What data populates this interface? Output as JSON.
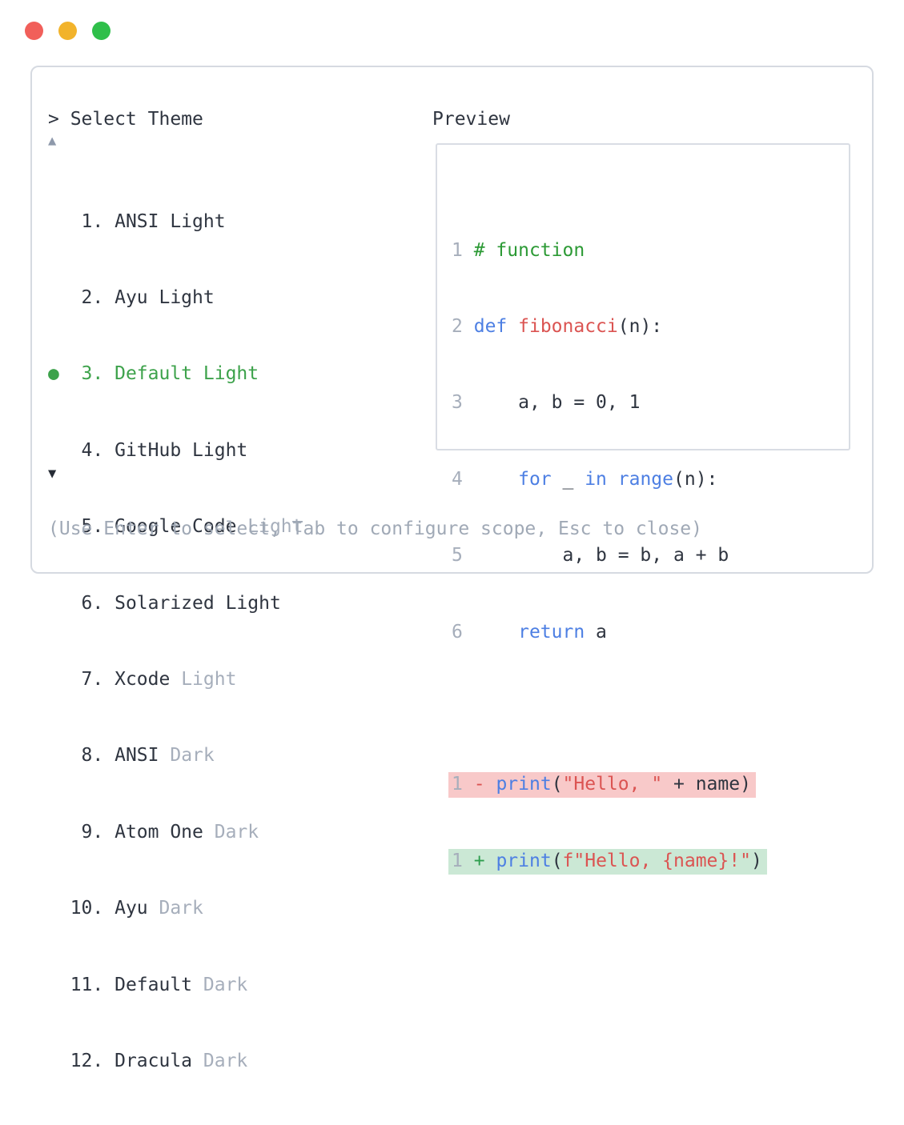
{
  "window": {
    "traffic_lights": [
      "close",
      "minimize",
      "maximize"
    ]
  },
  "colors": {
    "accent_green": "#3da24b",
    "keyword_blue": "#4d7fe3",
    "string_red": "#db5452",
    "comment_green": "#2c9a35",
    "diff_removed_bg": "#f8c9c9",
    "diff_added_bg": "#cbe8d5",
    "muted_gray": "#a6aebb",
    "text_dark": "#2f3540"
  },
  "theme_picker": {
    "prompt": "> Select Theme",
    "scroll_up_indicator": "▲",
    "scroll_down_indicator": "▼",
    "items": [
      {
        "marker": "  ",
        "number": " 1. ",
        "name": "ANSI Light",
        "name_secondary": "",
        "selected": false
      },
      {
        "marker": "  ",
        "number": " 2. ",
        "name": "Ayu Light",
        "name_secondary": "",
        "selected": false
      },
      {
        "marker": "● ",
        "number": " 3. ",
        "name": "Default Light",
        "name_secondary": "",
        "selected": true
      },
      {
        "marker": "  ",
        "number": " 4. ",
        "name": "GitHub Light",
        "name_secondary": "",
        "selected": false
      },
      {
        "marker": "  ",
        "number": " 5. ",
        "name": "Google Code ",
        "name_secondary": "Light",
        "selected": false
      },
      {
        "marker": "  ",
        "number": " 6. ",
        "name": "Solarized Light",
        "name_secondary": "",
        "selected": false
      },
      {
        "marker": "  ",
        "number": " 7. ",
        "name": "Xcode ",
        "name_secondary": "Light",
        "selected": false
      },
      {
        "marker": "  ",
        "number": " 8. ",
        "name": "ANSI ",
        "name_secondary": "Dark",
        "selected": false
      },
      {
        "marker": "  ",
        "number": " 9. ",
        "name": "Atom One ",
        "name_secondary": "Dark",
        "selected": false
      },
      {
        "marker": "  ",
        "number": "10. ",
        "name": "Ayu ",
        "name_secondary": "Dark",
        "selected": false
      },
      {
        "marker": "  ",
        "number": "11. ",
        "name": "Default ",
        "name_secondary": "Dark",
        "selected": false
      },
      {
        "marker": "  ",
        "number": "12. ",
        "name": "Dracula ",
        "name_secondary": "Dark",
        "selected": false
      }
    ],
    "hint": "(Use Enter to select, Tab to configure scope, Esc to close)"
  },
  "preview": {
    "label": "Preview",
    "code_lines": [
      {
        "num": "1",
        "tokens": [
          {
            "text": " # function",
            "type": "comment"
          }
        ]
      },
      {
        "num": "2",
        "tokens": [
          {
            "text": " ",
            "type": "plain"
          },
          {
            "text": "def",
            "type": "keyword"
          },
          {
            "text": " ",
            "type": "plain"
          },
          {
            "text": "fibonacci",
            "type": "function"
          },
          {
            "text": "(n):",
            "type": "plain"
          }
        ]
      },
      {
        "num": "3",
        "tokens": [
          {
            "text": "     a, b = 0, 1",
            "type": "plain"
          }
        ]
      },
      {
        "num": "4",
        "tokens": [
          {
            "text": "     ",
            "type": "plain"
          },
          {
            "text": "for",
            "type": "keyword"
          },
          {
            "text": " _ ",
            "type": "plain"
          },
          {
            "text": "in",
            "type": "keyword"
          },
          {
            "text": " ",
            "type": "plain"
          },
          {
            "text": "range",
            "type": "keyword"
          },
          {
            "text": "(n):",
            "type": "plain"
          }
        ]
      },
      {
        "num": "5",
        "tokens": [
          {
            "text": "         a, b = b, a + b",
            "type": "plain"
          }
        ]
      },
      {
        "num": "6",
        "tokens": [
          {
            "text": "     ",
            "type": "plain"
          },
          {
            "text": "return",
            "type": "keyword"
          },
          {
            "text": " a",
            "type": "plain"
          }
        ]
      }
    ],
    "diff_lines": [
      {
        "num": "1",
        "kind": "removed",
        "tokens": [
          {
            "text": " ",
            "type": "plain"
          },
          {
            "text": "-",
            "type": "minus"
          },
          {
            "text": " ",
            "type": "plain"
          },
          {
            "text": "print",
            "type": "keyword"
          },
          {
            "text": "(",
            "type": "plain"
          },
          {
            "text": "\"Hello, \"",
            "type": "string"
          },
          {
            "text": " + name)",
            "type": "plain"
          }
        ]
      },
      {
        "num": "1",
        "kind": "added",
        "tokens": [
          {
            "text": " ",
            "type": "plain"
          },
          {
            "text": "+",
            "type": "plus"
          },
          {
            "text": " ",
            "type": "plain"
          },
          {
            "text": "print",
            "type": "keyword"
          },
          {
            "text": "(",
            "type": "plain"
          },
          {
            "text": "f\"Hello, {name}!\"",
            "type": "string"
          },
          {
            "text": ")",
            "type": "plain"
          }
        ]
      }
    ]
  }
}
